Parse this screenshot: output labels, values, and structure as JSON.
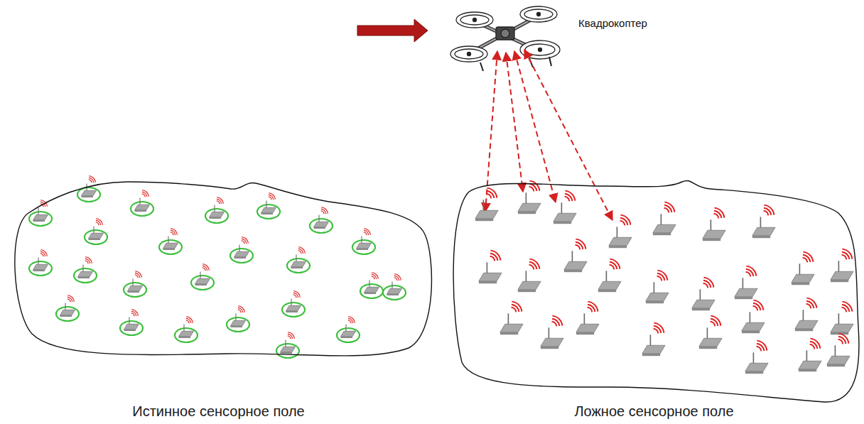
{
  "diagram": {
    "nodes": [
      {
        "text": [
          "Истинное сенсорное поле"
        ]
      },
      {
        "text": [
          "Ложное сенсорное поле"
        ]
      }
    ],
    "labels": [
      "Квадрокоптер"
    ]
  }
}
